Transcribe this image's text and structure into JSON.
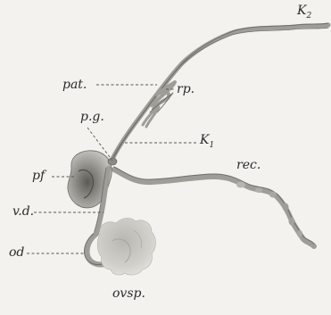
{
  "labels": {
    "k2": "K",
    "k2_sub": "2",
    "pat": "pat.",
    "rp": "rp.",
    "pg": "p.g.",
    "k1": "K",
    "k1_sub": "1",
    "pf": "pf",
    "rec": "rec.",
    "vd": "v.d.",
    "od": "od",
    "ovsp": "ovsp."
  },
  "colors": {
    "paper": "#f3f2ee",
    "ink": "#2a2a2a",
    "tissue": "#9e9d98",
    "tissue_dark": "#6f6e69"
  }
}
